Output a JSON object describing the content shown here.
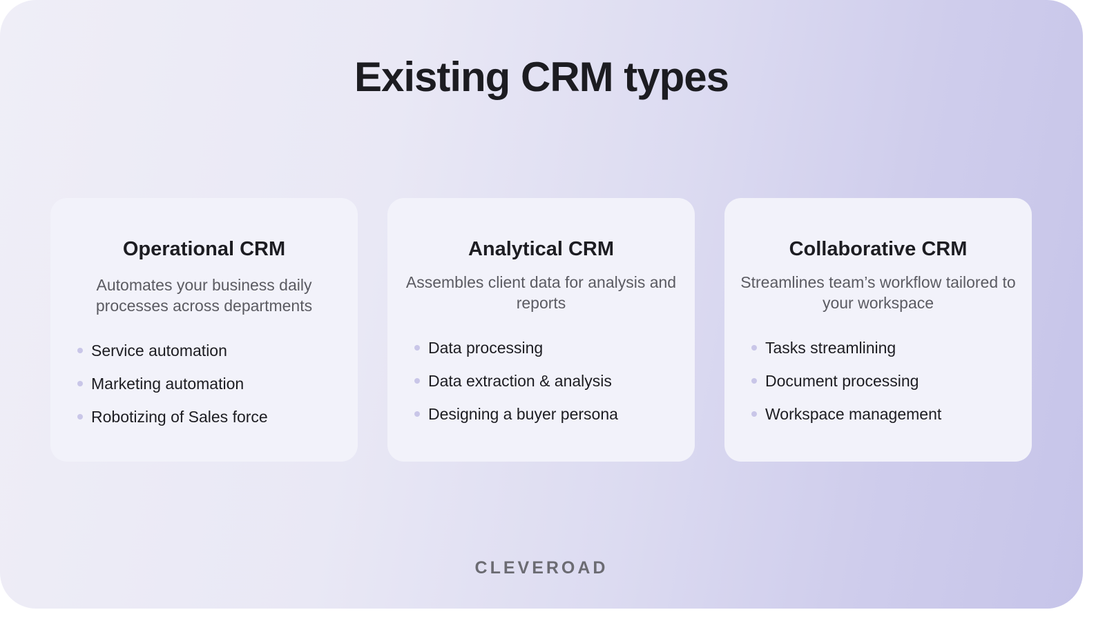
{
  "header": {
    "title": "Existing CRM types"
  },
  "cards": [
    {
      "title": "Operational CRM",
      "subtitle": "Automates your business daily processes across departments",
      "items": [
        "Service automation",
        "Marketing automation",
        "Robotizing of Sales force"
      ]
    },
    {
      "title": "Analytical CRM",
      "subtitle": "Assembles client data for analysis and reports",
      "items": [
        "Data processing",
        "Data extraction & analysis",
        "Designing a buyer persona"
      ]
    },
    {
      "title": "Collaborative CRM",
      "subtitle": "Streamlines team’s workflow tailored to your workspace",
      "items": [
        "Tasks streamlining",
        "Document processing",
        "Workspace management"
      ]
    }
  ],
  "footer": {
    "brand": "CLEVEROAD"
  },
  "colors": {
    "background_start": "#efeef7",
    "background_end": "#c6c4e9",
    "card": "#f2f2fa",
    "title_text": "#1c1c21",
    "subtitle_text": "#5b5b62",
    "bullet": "#c9c6e8",
    "brand_text": "#6b6b72"
  }
}
